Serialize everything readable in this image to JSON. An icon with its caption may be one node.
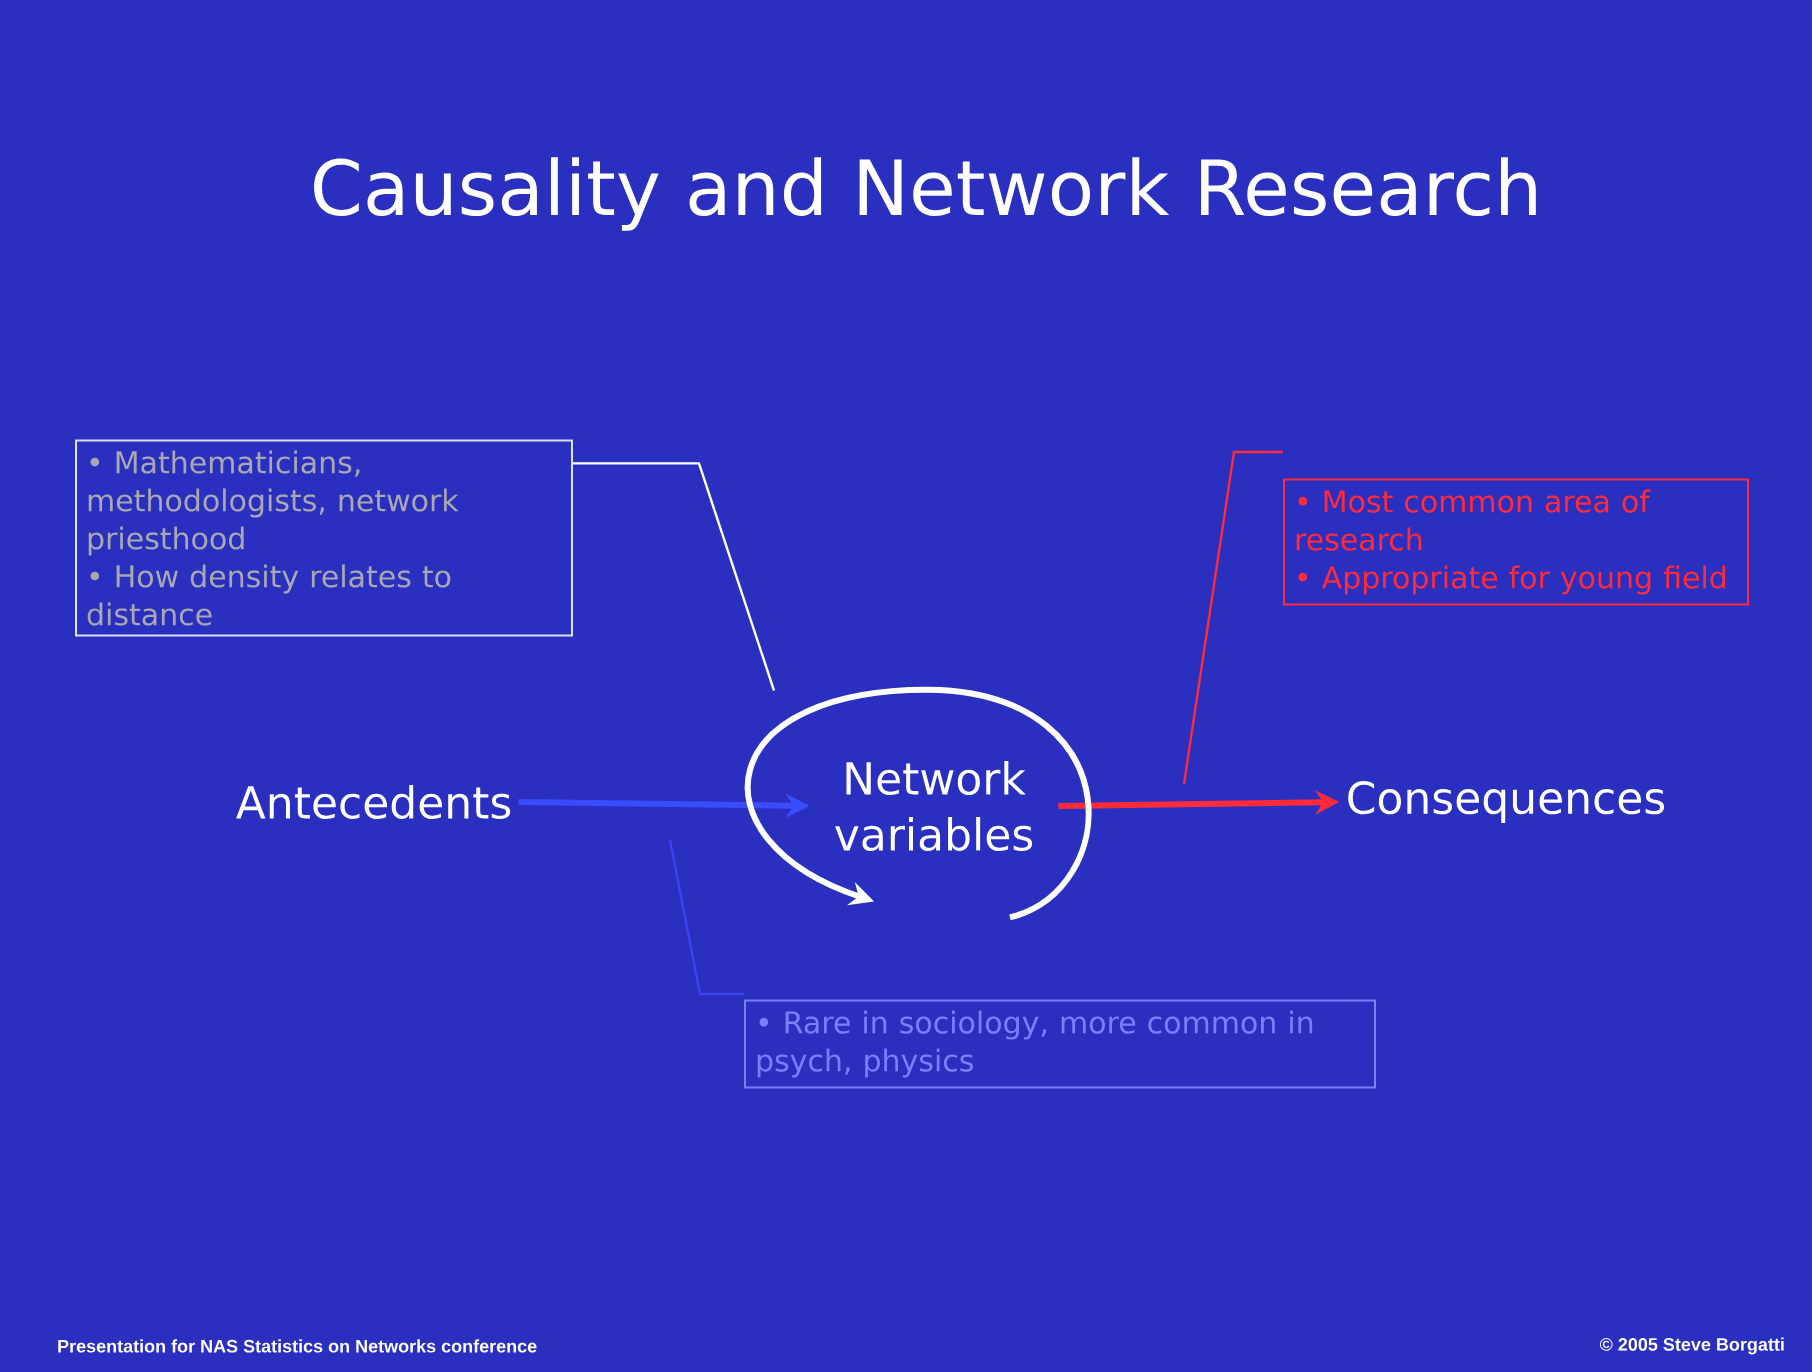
{
  "diagram": {
    "title": "Causality and Network Research",
    "nodes": [
      {
        "text": [
          "• Mathematicians, methodologists, network priesthood",
          "• How density relates to distance"
        ]
      },
      {
        "text": [
          "• Most common area of research",
          "• Appropriate for young field"
        ]
      },
      {
        "text": [
          "Antecedents"
        ]
      },
      {
        "text": [
          "Network variables"
        ]
      },
      {
        "text": [
          "Consequences"
        ]
      },
      {
        "text": [
          "• Rare in sociology, more common in psych, physics"
        ]
      }
    ],
    "edges": [
      {
        "from": 2,
        "to": 3,
        "arrow": "to",
        "style": "thick",
        "color": "#3a4cff"
      },
      {
        "from": 3,
        "to": 4,
        "arrow": "to",
        "style": "thick",
        "color": "#ff2a3a"
      },
      {
        "from": 3,
        "to": 3,
        "arrow": "to",
        "style": "thick",
        "color": "#ffffff"
      },
      {
        "from": 0,
        "to": 3,
        "arrow": "none",
        "color": "#ffffff"
      },
      {
        "from": 1,
        "to": null,
        "arrow": "none",
        "color": "#ff2a3a"
      },
      {
        "from": 5,
        "to": null,
        "arrow": "none",
        "color": "#3a44ee"
      }
    ],
    "labels": [
      "Presentation for NAS Statistics on Networks conference",
      "© 2005 Steve Borgatti"
    ]
  }
}
